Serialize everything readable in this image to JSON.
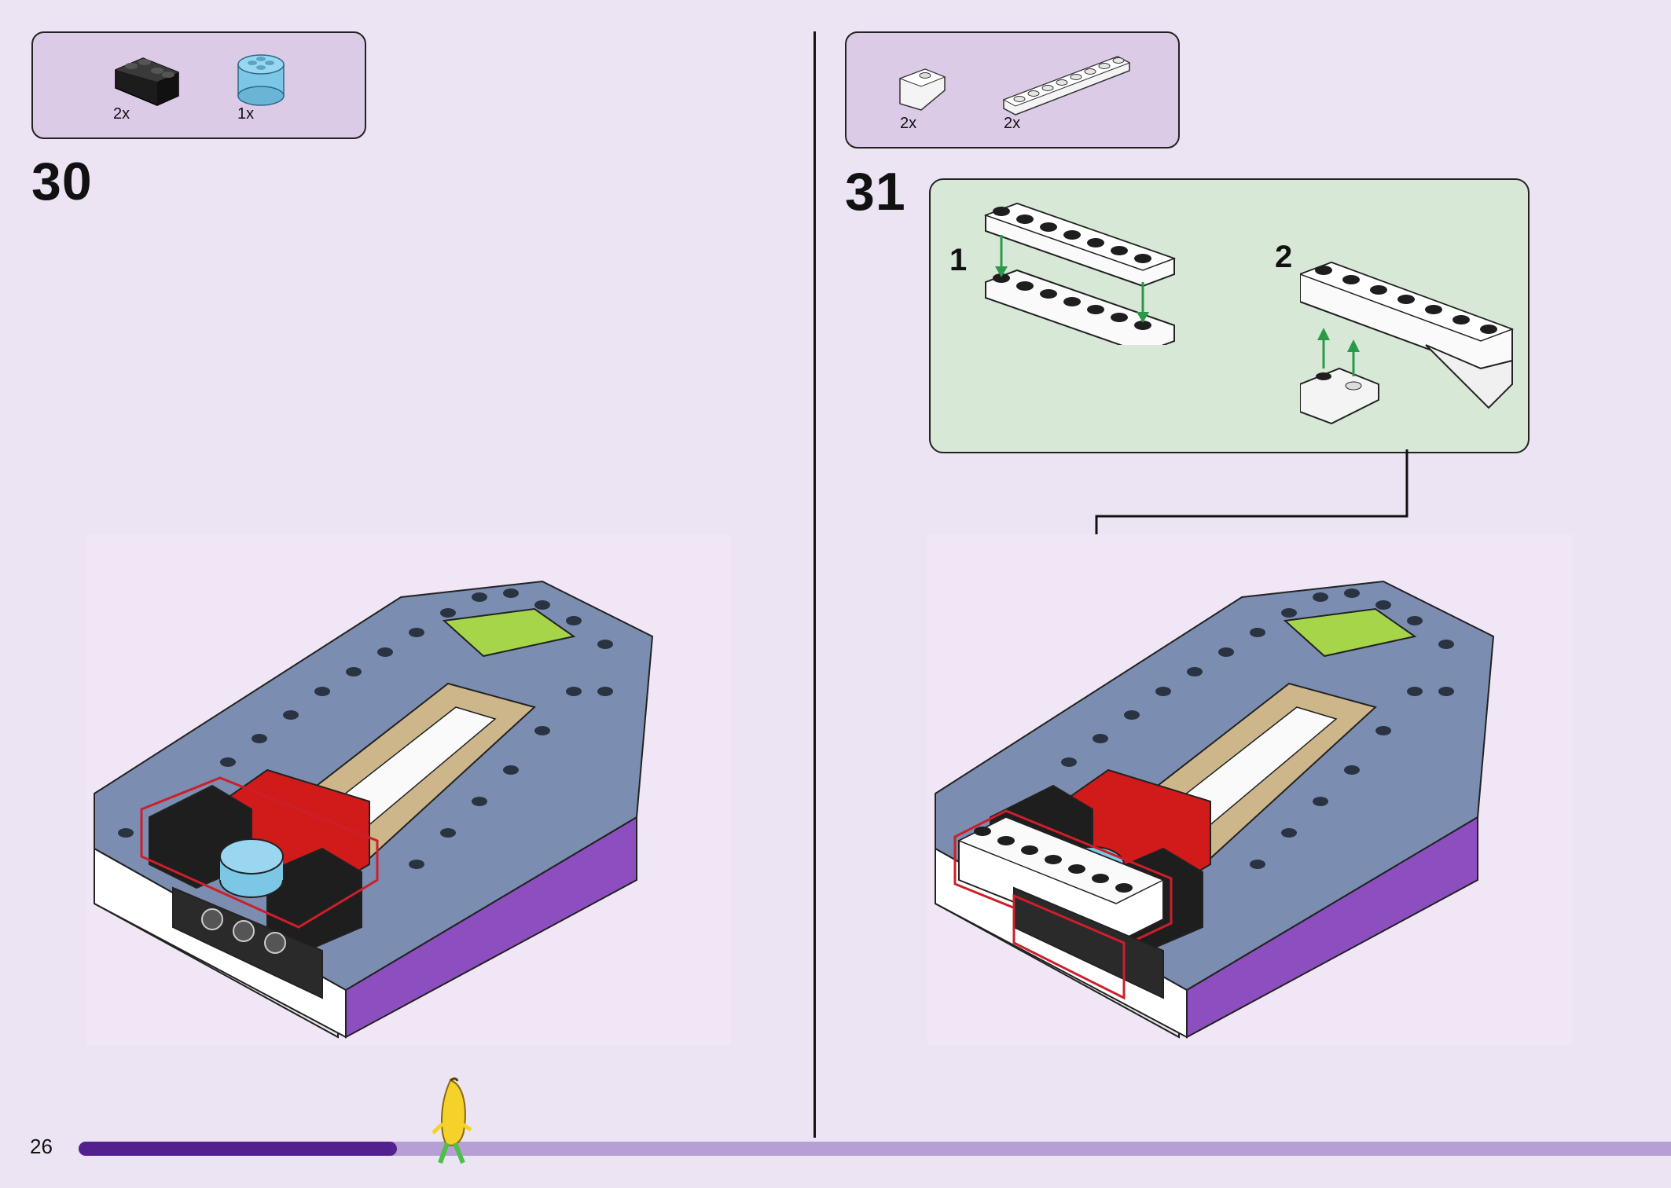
{
  "page_number": "26",
  "progress": {
    "fraction": 0.2
  },
  "steps": [
    {
      "number": "30",
      "parts": [
        {
          "qty": "2x",
          "icon": "black-corner-brick-icon",
          "color": "#1c1c1c"
        },
        {
          "qty": "1x",
          "icon": "light-blue-round-brick-icon",
          "color": "#7cc6e6"
        }
      ]
    },
    {
      "number": "31",
      "parts": [
        {
          "qty": "2x",
          "icon": "white-slope-brick-icon",
          "color": "#f4f4f4"
        },
        {
          "qty": "2x",
          "icon": "white-plate-1x8-icon",
          "color": "#f4f4f4"
        }
      ],
      "substeps": [
        {
          "number": "1"
        },
        {
          "number": "2"
        }
      ]
    }
  ],
  "colors": {
    "background": "#ece4f3",
    "parts_box": "#dccbe6",
    "substep_box": "#d8e8d6",
    "progress_fill": "#52218e",
    "progress_track": "#b59fd4",
    "arrow": "#2a9a4a",
    "highlight": "#cc1f2a"
  }
}
